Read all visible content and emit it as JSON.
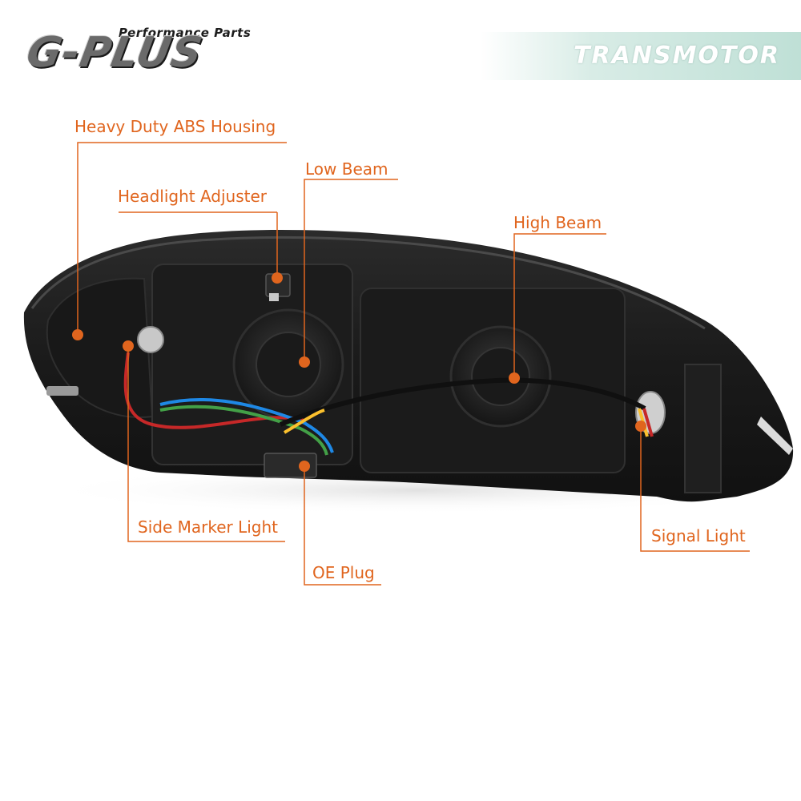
{
  "logo": {
    "tagline": "Performance Parts",
    "name": "G-PLUS"
  },
  "brand": {
    "name": "TRANSMOTOR"
  },
  "callouts": {
    "housing": "Heavy Duty ABS Housing",
    "adjuster": "Headlight Adjuster",
    "low_beam": "Low Beam",
    "high_beam": "High Beam",
    "side_marker": "Side Marker Light",
    "oe_plug": "OE Plug",
    "signal": "Signal Light"
  },
  "colors": {
    "accent": "#e0651e",
    "housing_dark": "#1e1e1e",
    "banner": "#c9e6dd"
  }
}
